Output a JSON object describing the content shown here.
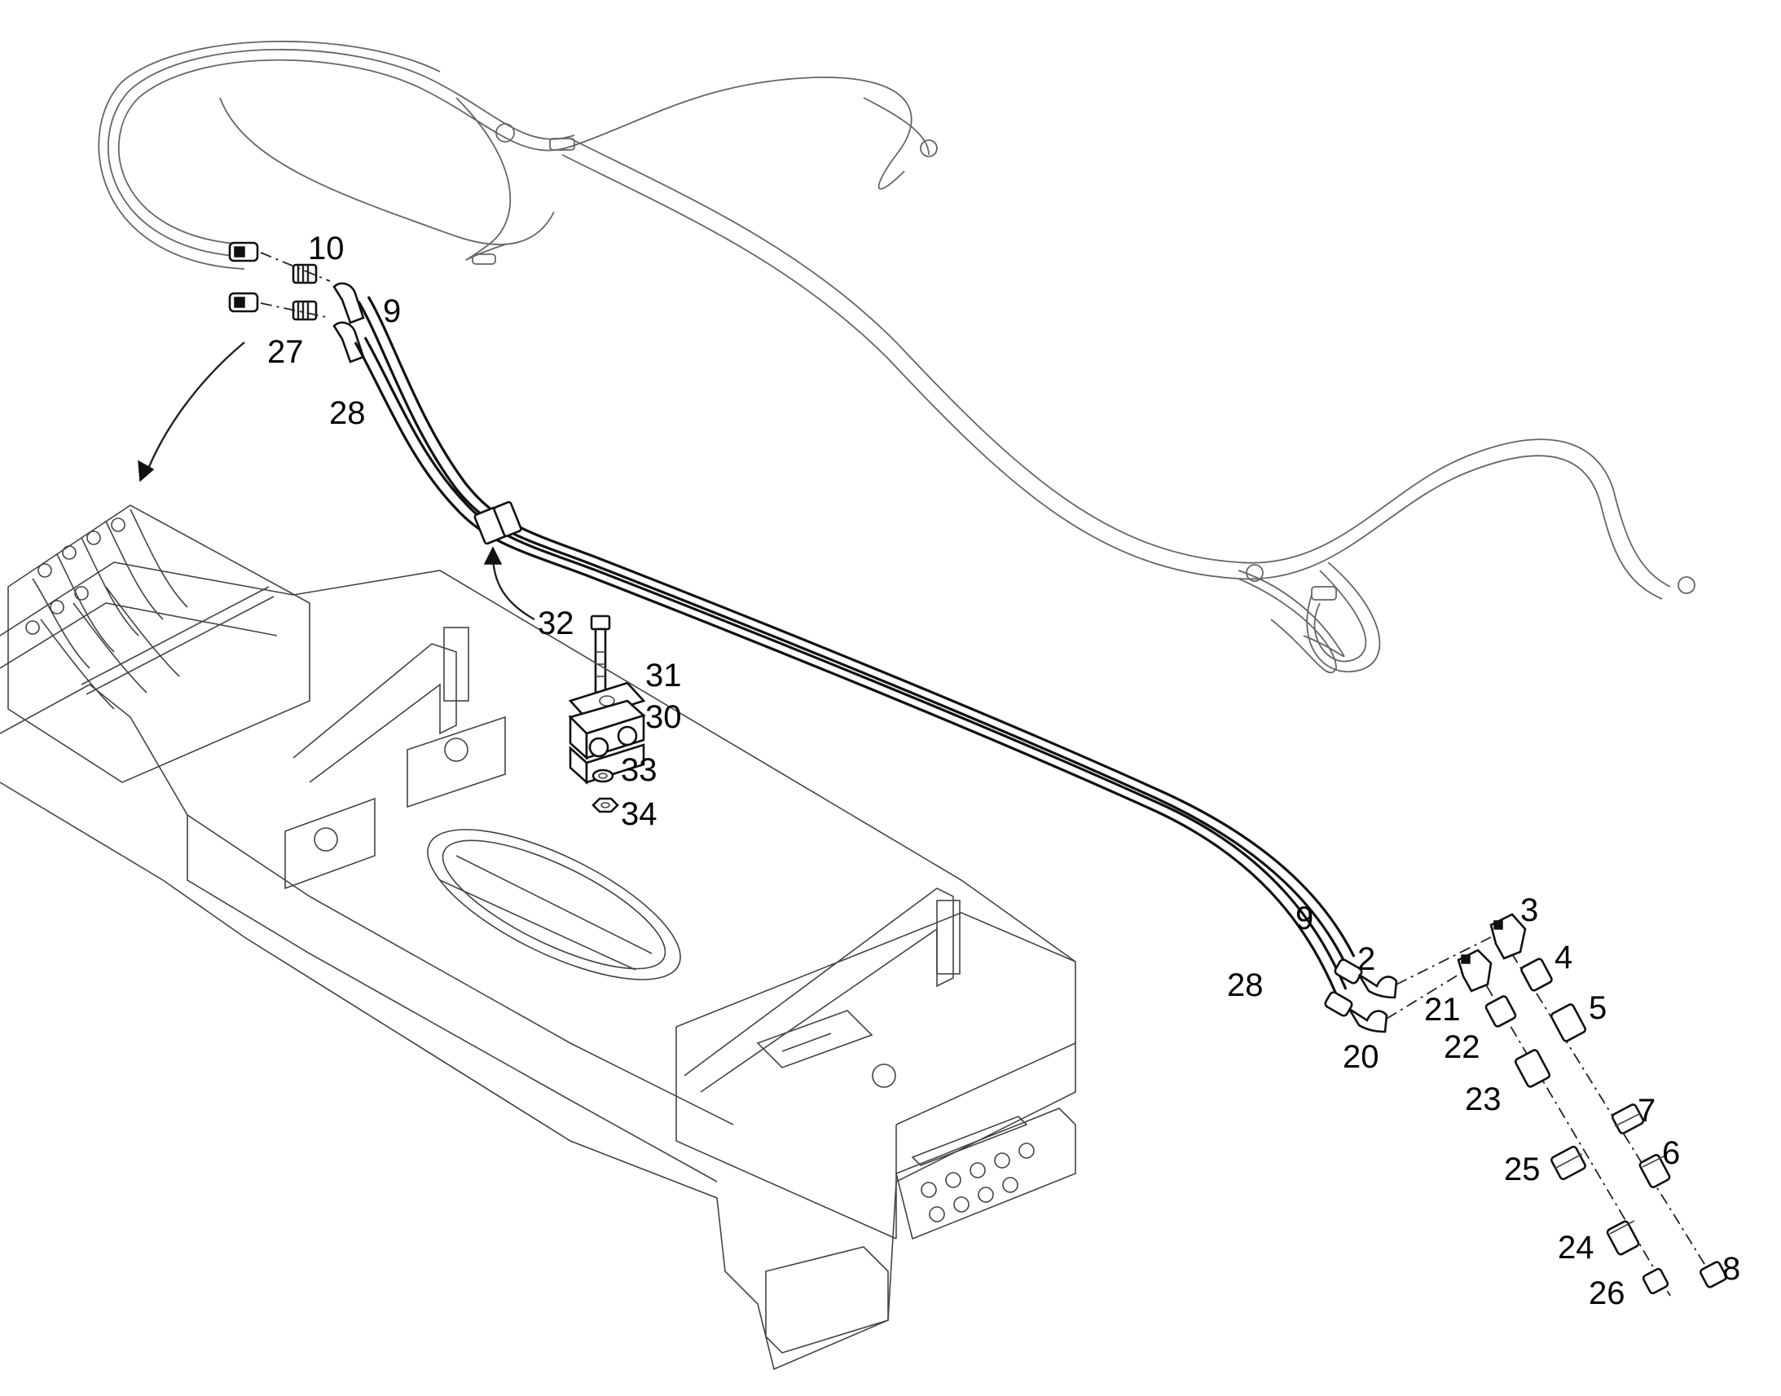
{
  "diagram": {
    "callouts": [
      {
        "id": "c10",
        "text": "10"
      },
      {
        "id": "c9a",
        "text": "9"
      },
      {
        "id": "c27",
        "text": "27"
      },
      {
        "id": "c28a",
        "text": "28"
      },
      {
        "id": "c32",
        "text": "32"
      },
      {
        "id": "c31",
        "text": "31"
      },
      {
        "id": "c30",
        "text": "30"
      },
      {
        "id": "c33",
        "text": "33"
      },
      {
        "id": "c34",
        "text": "34"
      },
      {
        "id": "c9b",
        "text": "9"
      },
      {
        "id": "c2",
        "text": "2"
      },
      {
        "id": "c28b",
        "text": "28"
      },
      {
        "id": "c20",
        "text": "20"
      },
      {
        "id": "c3",
        "text": "3"
      },
      {
        "id": "c4",
        "text": "4"
      },
      {
        "id": "c21",
        "text": "21"
      },
      {
        "id": "c5",
        "text": "5"
      },
      {
        "id": "c22",
        "text": "22"
      },
      {
        "id": "c23",
        "text": "23"
      },
      {
        "id": "c7",
        "text": "7"
      },
      {
        "id": "c6",
        "text": "6"
      },
      {
        "id": "c25",
        "text": "25"
      },
      {
        "id": "c24",
        "text": "24"
      },
      {
        "id": "c8",
        "text": "8"
      },
      {
        "id": "c26",
        "text": "26"
      }
    ]
  }
}
